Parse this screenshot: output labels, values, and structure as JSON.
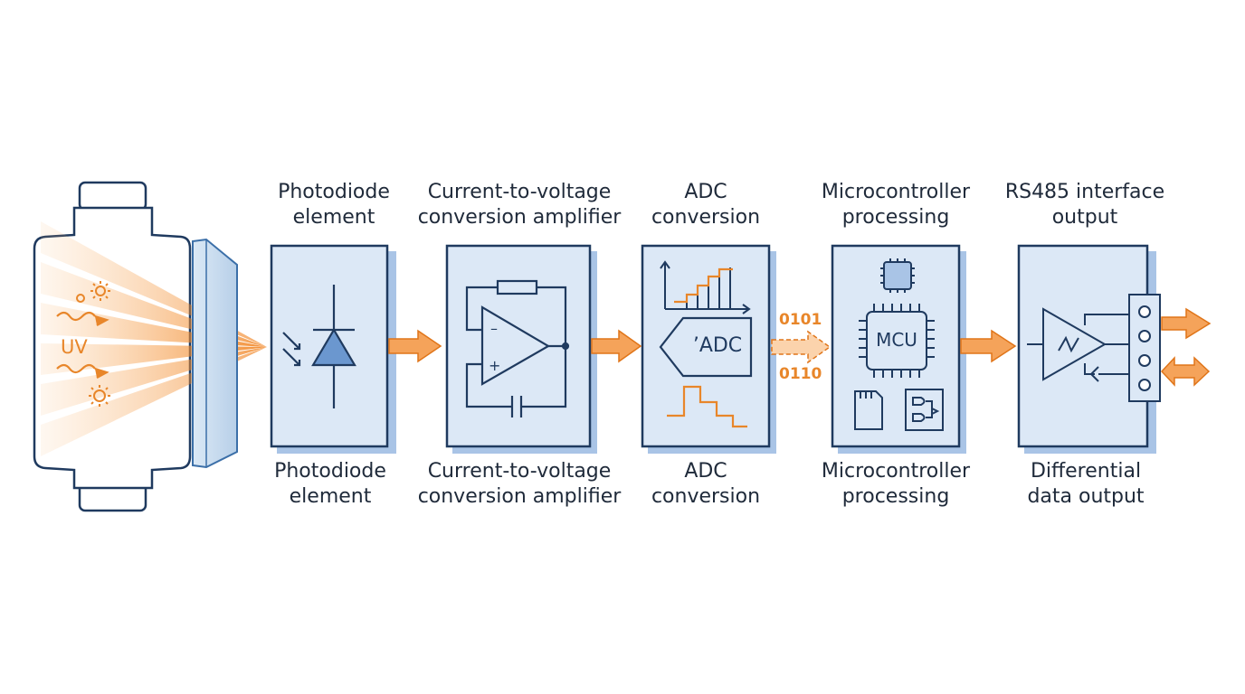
{
  "stages": [
    {
      "id": "photodiode",
      "top_label": "Photodiode\nelement",
      "bottom_label": "Photodiode\nelement"
    },
    {
      "id": "amplifier",
      "top_label": "Current-to-voltage\nconversion amplifier",
      "bottom_label": "Current-to-voltage\nconversion amplifier"
    },
    {
      "id": "adc",
      "top_label": "ADC\nconversion",
      "bottom_label": "ADC\nconversion",
      "inner_label": "ADC"
    },
    {
      "id": "mcu",
      "top_label": "Microcontroller\nprocessing",
      "bottom_label": "Microcontroller\nprocessing",
      "inner_label": "MCU"
    },
    {
      "id": "rs485",
      "top_label": "RS485 interface\noutput",
      "bottom_label": "Differential\ndata output"
    }
  ],
  "uv_label": "UV",
  "data_bits": [
    "0101",
    "0110"
  ],
  "colors": {
    "box_fill": "#dce8f6",
    "box_border": "#1f3a5f",
    "box_shadow": "#a9c4e6",
    "accent": "#e8862a",
    "ink": "#1f3a5f"
  },
  "icons": [
    "sun-icon",
    "wave-icon",
    "lens-icon",
    "photodiode-symbol-icon",
    "opamp-icon",
    "adc-icon",
    "chip-icon",
    "sd-card-icon",
    "logic-gate-icon",
    "driver-icon",
    "terminal-block-icon"
  ]
}
